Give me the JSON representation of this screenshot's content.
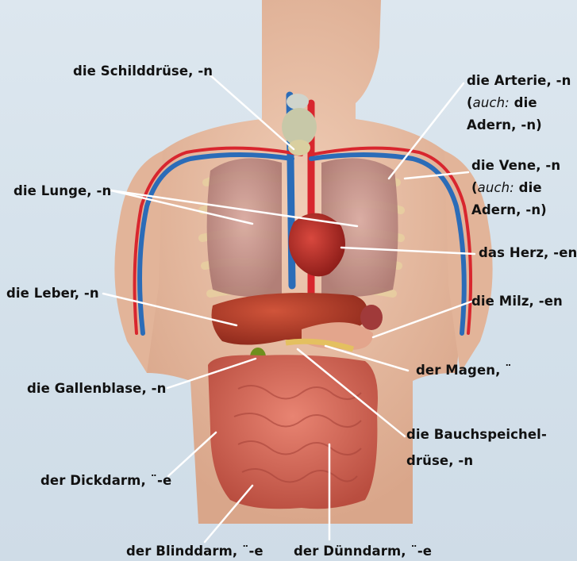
{
  "labels": {
    "schilddruese": "die Schilddrüse, -n",
    "arterie_1": "die Arterie, -n",
    "arterie_2_pre": "(",
    "arterie_2_auch": "auch:",
    "arterie_2_post": " die",
    "arterie_3": "Adern, -n)",
    "lunge": "die Lunge, -n",
    "vene_1": "die Vene, -n",
    "vene_2_pre": "(",
    "vene_2_auch": "auch:",
    "vene_2_post": " die",
    "vene_3": "Adern, -n)",
    "herz": "das Herz, -en",
    "leber": "die Leber, -n",
    "milz": "die Milz, -en",
    "magen": "der Magen, ¨",
    "gallenblase": "die Gallenblase, -n",
    "bauchspeichel_1": "die Bauchspeichel-",
    "bauchspeichel_2": "drüse, -n",
    "dickdarm": "der Dickdarm, ¨-e",
    "blinddarm": "der Blinddarm, ¨-e",
    "duenndarm": "der Dünndarm, ¨-e"
  },
  "colors": {
    "background": "#d9e4ec",
    "skin": "#e8bfa6",
    "artery": "#d8262e",
    "vein": "#2b6cb8",
    "liver": "#b73a26",
    "intestine": "#d9695a",
    "lung": "#c99a95",
    "leader_line": "#ffffff"
  }
}
